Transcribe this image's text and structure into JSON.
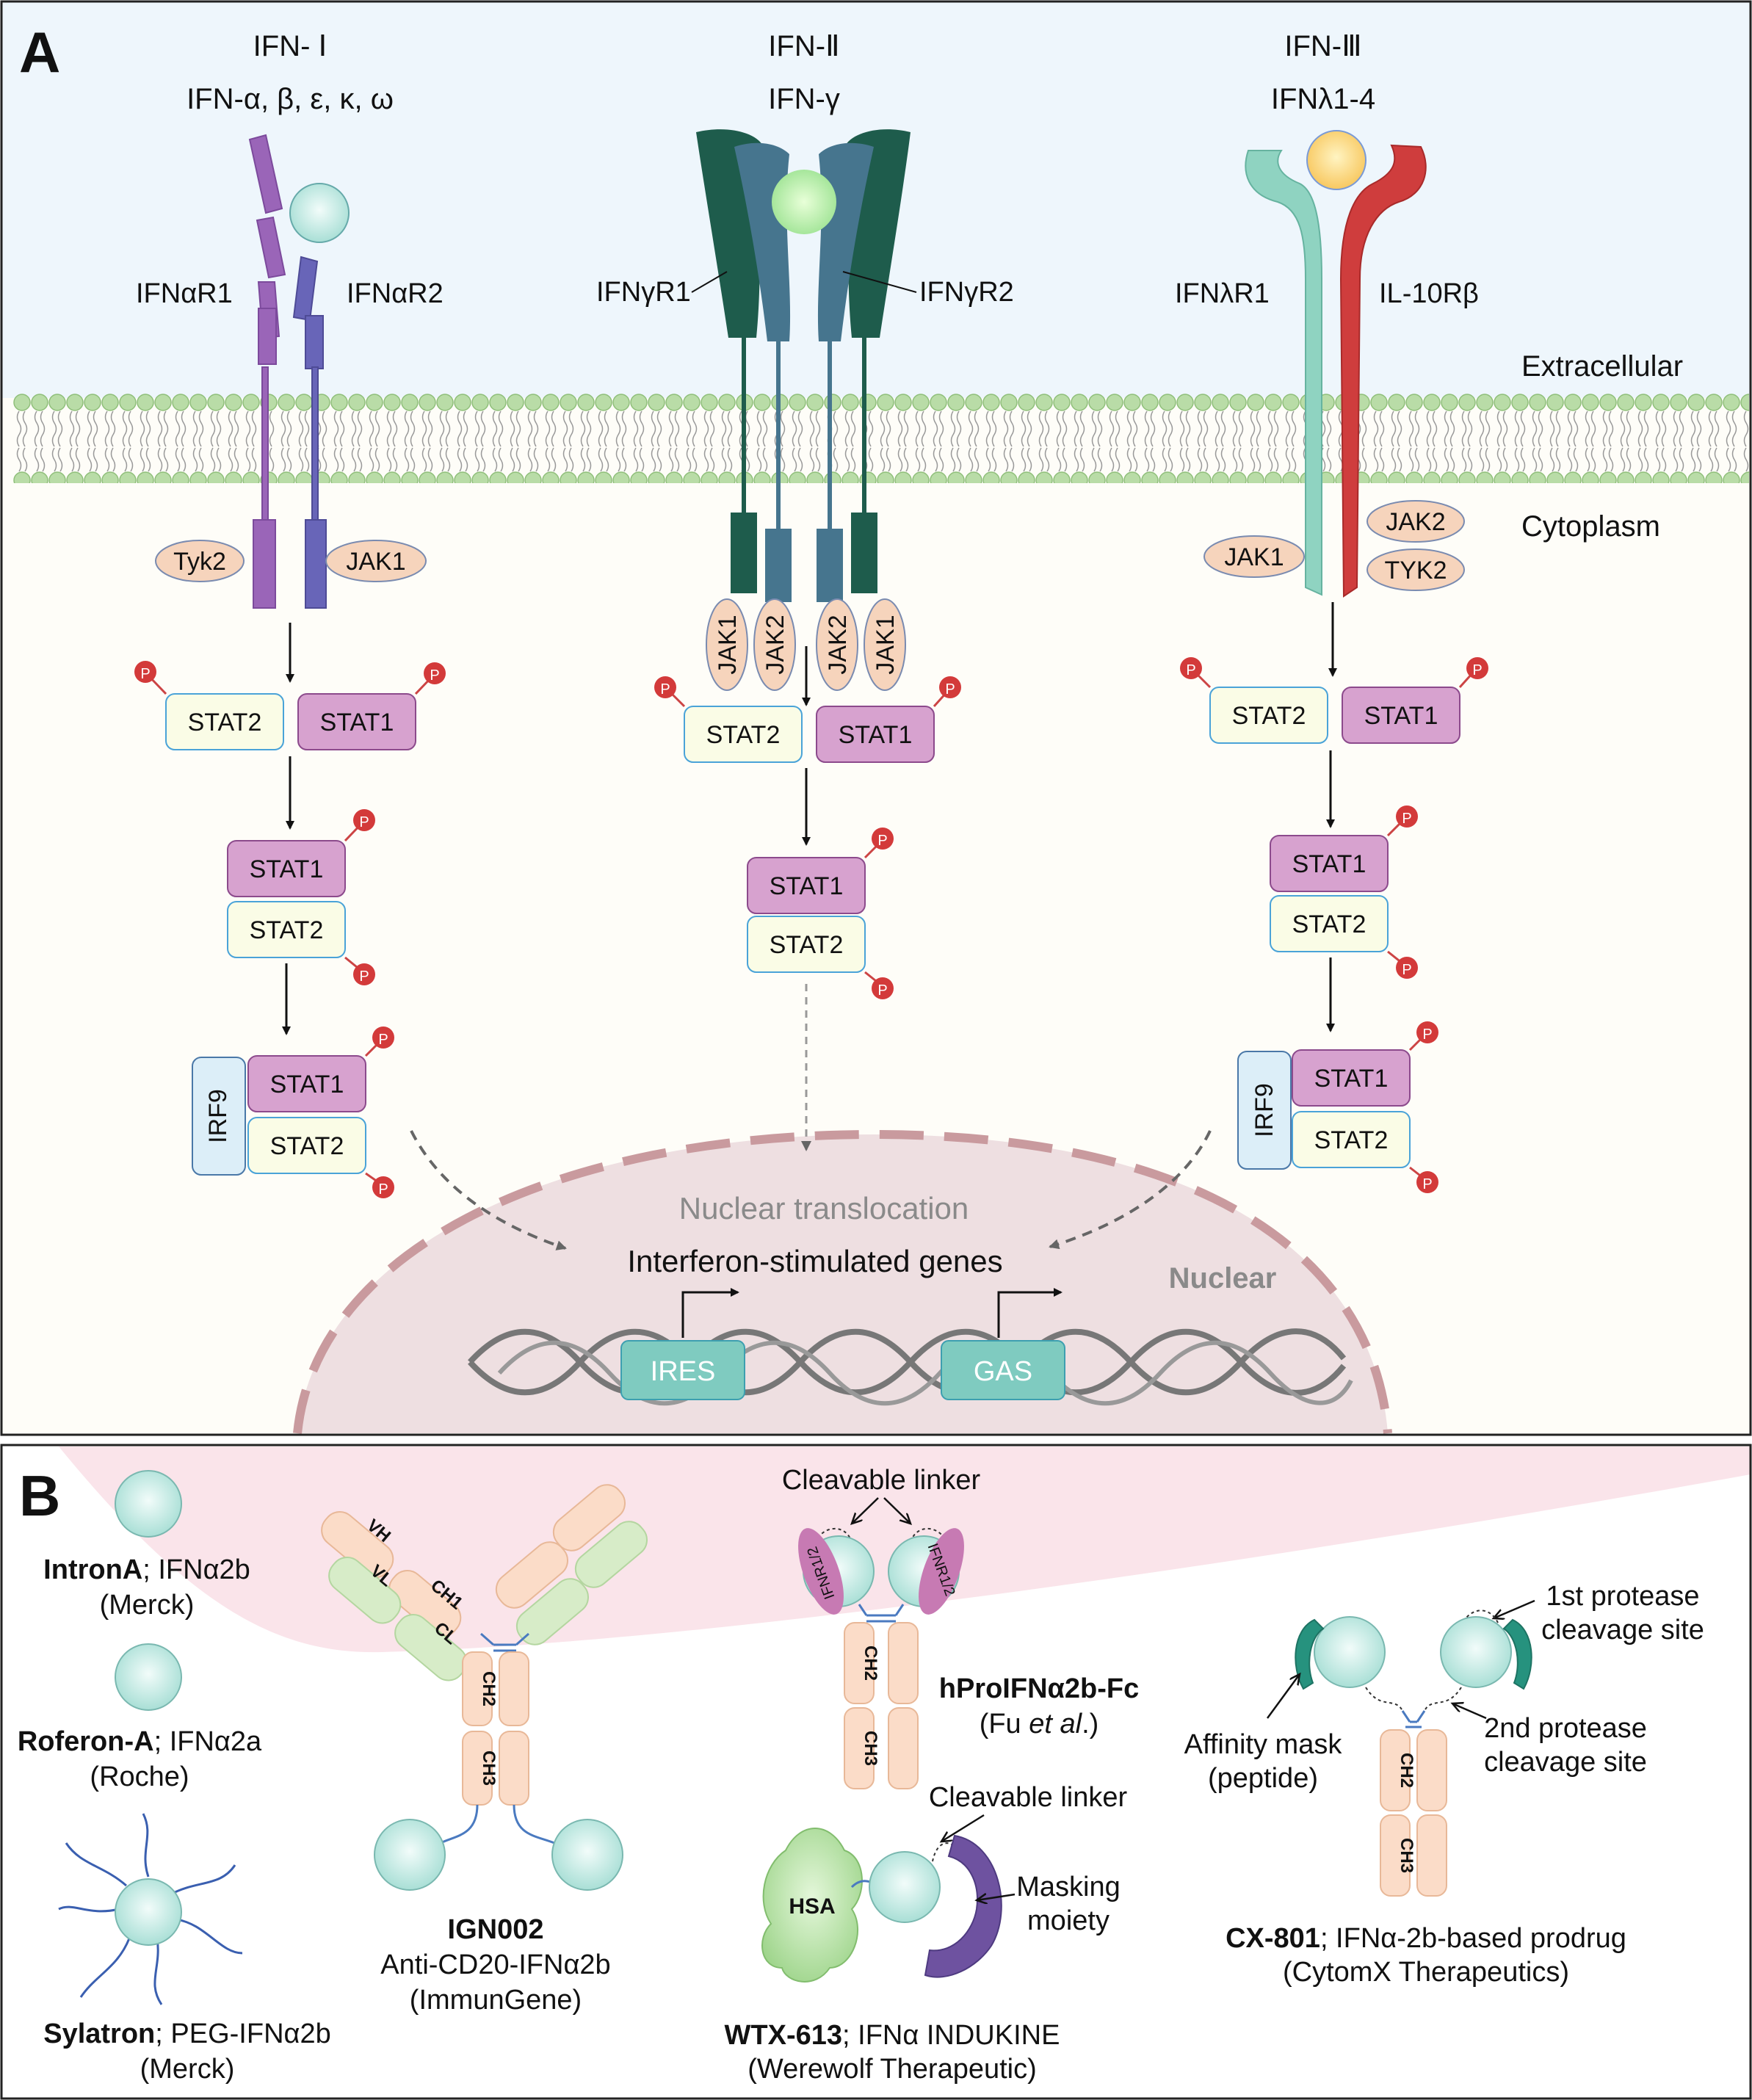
{
  "panelA": {
    "letter": "A",
    "type1": {
      "title": "IFN- Ⅰ",
      "ligands": "IFN-α,  β,  ε,  κ,  ω",
      "r1": "IFNαR1",
      "r2": "IFNαR2",
      "kin1": "Tyk2",
      "kin2": "JAK1"
    },
    "type2": {
      "title": "IFN-Ⅱ",
      "ligands": "IFN-γ",
      "r1": "IFNγR1",
      "r2": "IFNγR2",
      "jaks": [
        "JAK1",
        "JAK2",
        "JAK2",
        "JAK1"
      ]
    },
    "type3": {
      "title": "IFN-Ⅲ",
      "ligands": "IFNλ1-4",
      "r1": "IFNλR1",
      "r2": "IL-10Rβ",
      "kin1": "JAK1",
      "kin2": "JAK2",
      "kin3": "TYK2"
    },
    "extracellular": "Extracellular",
    "cytoplasm": "Cytoplasm",
    "stat1": "STAT1",
    "stat2": "STAT2",
    "irf9": "IRF9",
    "phospho": "P",
    "nuclear_translocation": "Nuclear translocation",
    "isg": "Interferon-stimulated genes",
    "nuclear": "Nuclear",
    "ires": "IRES",
    "gas": "GAS"
  },
  "panelB": {
    "letter": "B",
    "intronA": {
      "name": "IntronA",
      "desc": "; IFNα2b",
      "company": "(Merck)"
    },
    "roferon": {
      "name": "Roferon-A",
      "desc": "; IFNα2a",
      "company": "(Roche)"
    },
    "sylatron": {
      "name": "Sylatron",
      "desc": "; PEG-IFNα2b",
      "company": "(Merck)"
    },
    "ign002": {
      "name": "IGN002",
      "desc": "Anti-CD20-IFNα2b",
      "company": "(ImmunGene)",
      "vh": "VH",
      "vl": "VL",
      "ch1": "CH1",
      "cl": "CL",
      "ch2": "CH2",
      "ch3": "CH3"
    },
    "hpro": {
      "name": "hProIFNα2b-Fc",
      "company_pre": "(Fu ",
      "company_em": "et al",
      "company_post": ".)",
      "linker": "Cleavable linker",
      "ifnr": "IFNR1/2",
      "ch2": "CH2",
      "ch3": "CH3"
    },
    "wtx": {
      "name": "WTX-613",
      "desc": "; IFNα INDUKINE",
      "company": "(Werewolf Therapeutic)",
      "linker": "Cleavable linker",
      "hsa": "HSA",
      "mask1": "Masking",
      "mask2": "moiety"
    },
    "cx": {
      "name": "CX-801",
      "desc": "; IFNα-2b-based prodrug",
      "company": "(CytomX Therapeutics)",
      "site1a": "1st protease",
      "site1b": "cleavage site",
      "site2a": "2nd protease",
      "site2b": "cleavage site",
      "aff1": "Affinity mask",
      "aff2": "(peptide)",
      "ch2": "CH2",
      "ch3": "CH3"
    }
  },
  "colors": {
    "stat1": "#d7a2cf",
    "stat2": "#fafce6",
    "phospho": "#d33a3a",
    "kinase": "#f6d4bc",
    "teal": "#c5ece6",
    "purple": "#8c5bb0",
    "nucleus": "#eedfe1"
  }
}
